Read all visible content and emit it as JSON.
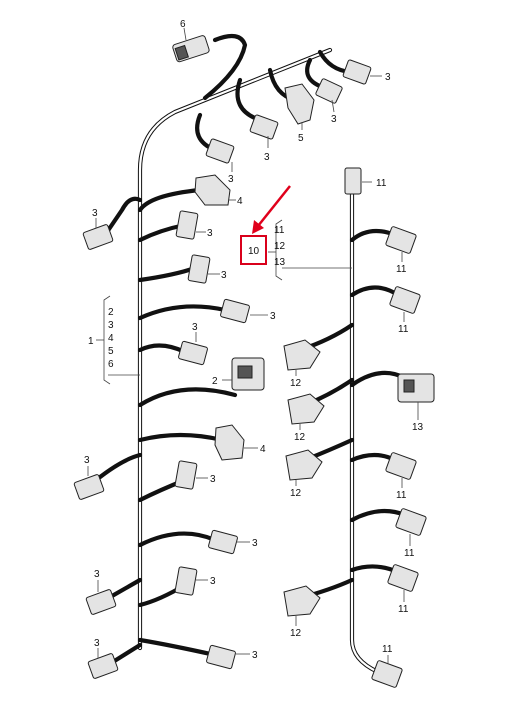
{
  "colors": {
    "highlight": "#d9001b",
    "line": "#111111"
  },
  "callouts": {
    "highlighted": "10",
    "group_left_main": "1",
    "group_left_items": [
      "2",
      "3",
      "4",
      "5",
      "6"
    ],
    "group_right_items": [
      "11",
      "12",
      "13"
    ],
    "top": "6",
    "top_3a": "3",
    "top_3b": "3",
    "top_3c": "3",
    "top_5": "5",
    "top_3d": "3",
    "l_4a": "4",
    "l_3a": "3",
    "l_3b": "3",
    "l_3c": "3",
    "l_3d": "3",
    "l_2": "2",
    "l_4b": "4",
    "l_3e": "3",
    "l_3f": "3",
    "l_3g": "3",
    "l_3h": "3",
    "l_3i": "3",
    "l_3j": "3",
    "l_3k": "3",
    "l_3l": "3",
    "r_11a": "11",
    "r_11b": "11",
    "r_11c": "11",
    "r_12a": "12",
    "r_13": "13",
    "r_12b": "12",
    "r_12c": "12",
    "r_11d": "11",
    "r_11e": "11",
    "r_11f": "11",
    "r_12d": "12",
    "r_11g": "11"
  }
}
